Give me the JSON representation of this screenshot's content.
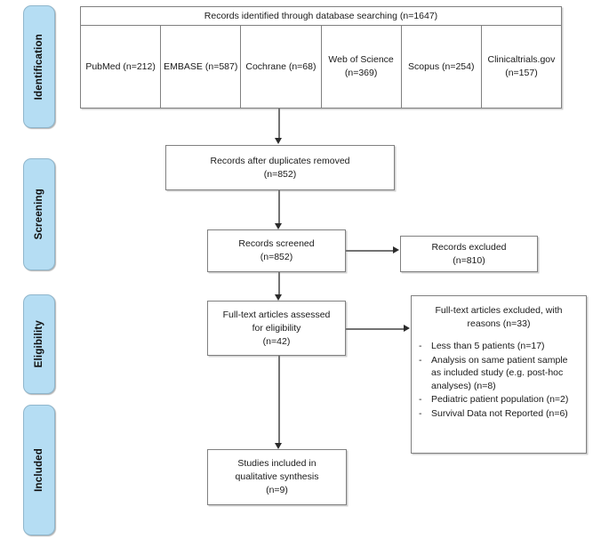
{
  "diagram": {
    "type": "prisma-flow-diagram",
    "stages": [
      {
        "id": "identification",
        "label": "Identification"
      },
      {
        "id": "screening",
        "label": "Screening"
      },
      {
        "id": "eligibility",
        "label": "Eligibility"
      },
      {
        "id": "included",
        "label": "Included"
      }
    ],
    "identification": {
      "header": "Records identified through database searching (n=1647)",
      "total_n": 1647,
      "sources": [
        {
          "name": "PubMed",
          "count_label": "(n=212)",
          "n": 212
        },
        {
          "name": "EMBASE",
          "count_label": "(n=587)",
          "n": 587
        },
        {
          "name": "Cochrane",
          "count_label": "(n=68)",
          "n": 68
        },
        {
          "name": "Web of Science",
          "count_label": "(n=369)",
          "n": 369
        },
        {
          "name": "Scopus",
          "count_label": "(n=254)",
          "n": 254
        },
        {
          "name": "Clinicaltrials.gov",
          "count_label": "(n=157)",
          "n": 157
        }
      ]
    },
    "boxes": {
      "duplicates_removed": {
        "line1": "Records after duplicates removed",
        "line2": "(n=852)",
        "n": 852
      },
      "records_screened": {
        "line1": "Records screened",
        "line2": "(n=852)",
        "n": 852
      },
      "records_excluded": {
        "line1": "Records excluded",
        "line2": "(n=810)",
        "n": 810
      },
      "fulltext_assessed": {
        "line1": "Full-text articles assessed",
        "line2": "for eligibility",
        "line3": "(n=42)",
        "n": 42
      },
      "studies_included": {
        "line1": "Studies included in",
        "line2": "qualitative synthesis",
        "line3": "(n=9)",
        "n": 9
      }
    },
    "fulltext_excluded": {
      "title_line1": "Full-text articles excluded, with",
      "title_line2": "reasons (n=33)",
      "n": 33,
      "bullet_marker": "-",
      "reasons": [
        {
          "text": "Less than 5 patients (n=17)",
          "n": 17
        },
        {
          "text": "Analysis on same patient sample as included study (e.g. post-hoc analyses) (n=8)",
          "n": 8
        },
        {
          "text": "Pediatric patient population (n=2)",
          "n": 2
        },
        {
          "text": "Survival Data not Reported (n=6)",
          "n": 6
        }
      ]
    },
    "colors": {
      "stage_tab_fill": "#b5ddf3",
      "stage_tab_border": "#8fb6cc",
      "box_border": "#808080",
      "connector": "#737373",
      "arrow": "#2b2b2b",
      "background": "#ffffff",
      "text": "#1a1a1a"
    }
  }
}
